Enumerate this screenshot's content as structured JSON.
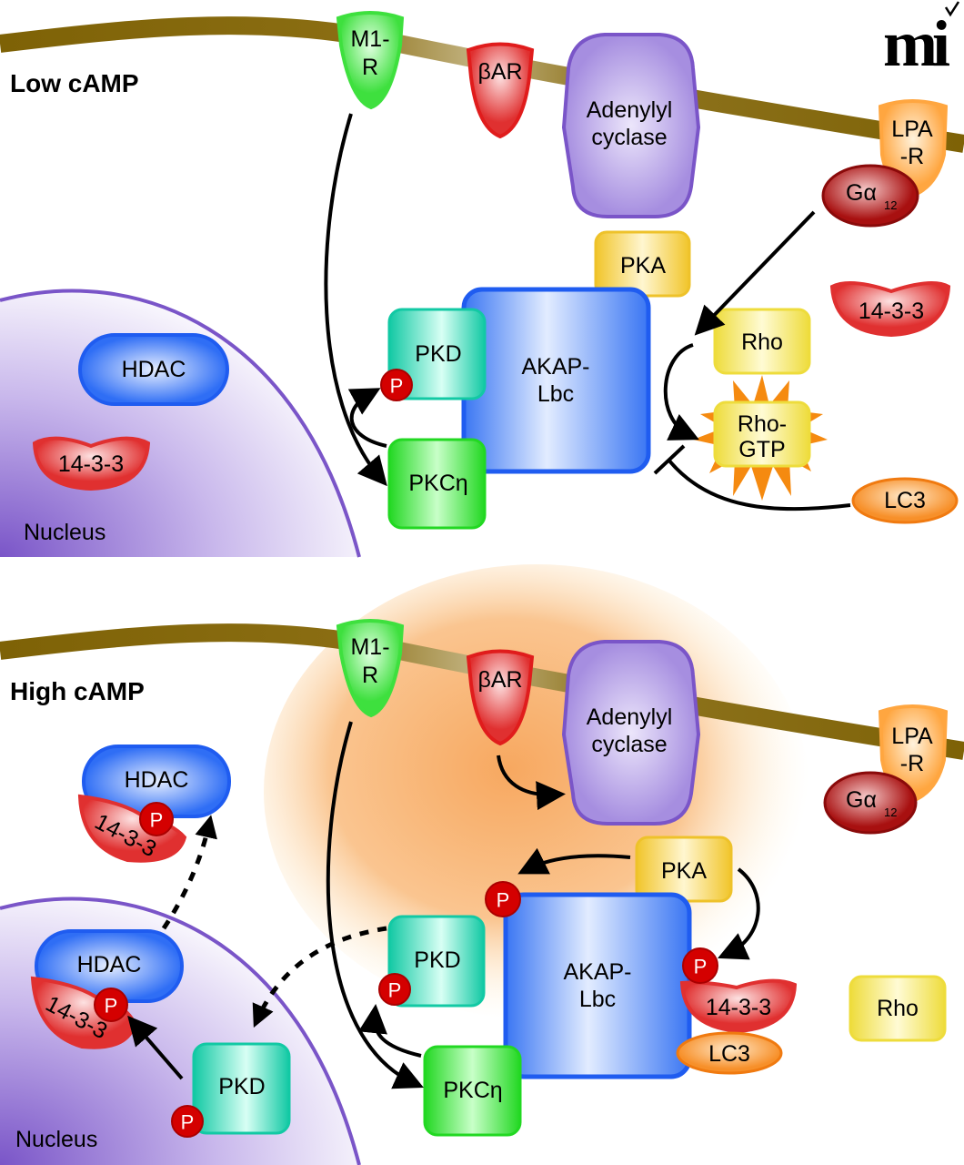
{
  "logo": "mi",
  "colors": {
    "membrane": "#86690a",
    "membrane_light": "#c8b98a",
    "nucleus_border": "#7a55c8",
    "nucleus_fill": "#8a68d0",
    "m1r": "#4be34b",
    "beta_ar": "#e01c1c",
    "adenylyl": "#a68ee0",
    "pka": "#f3cc35",
    "akap": "#3b78f5",
    "pkd": "#1fd0b0",
    "pkc": "#2de02d",
    "hdac": "#2f6ef5",
    "p": "#d40000",
    "rho": "#f2e34d",
    "lc3": "#f7902a",
    "lpar": "#ffa640",
    "galpha": "#a81010",
    "protein1433": "#e84747",
    "star": "#f58a10",
    "high_camp_glow": "#f9b070"
  },
  "panels": [
    {
      "title": "Low cAMP",
      "nucleus_label": "Nucleus",
      "nodes": {
        "m1r": "M1-\nR",
        "beta_ar": "βAR",
        "adenylyl": "Adenylyl\ncyclase",
        "lpar": "LPA\n-R",
        "galpha": "Gα",
        "galpha_sub": "12",
        "pka": "PKA",
        "akap": "AKAP-\nLbc",
        "pkd": "PKD",
        "pkc": "PKCη",
        "hdac": "HDAC",
        "protein1433_nuc": "14-3-3",
        "protein1433_cyt": "14-3-3",
        "rho": "Rho",
        "rho_gtp": "Rho-\nGTP",
        "lc3": "LC3",
        "p": "P"
      }
    },
    {
      "title": "High cAMP",
      "nucleus_label": "Nucleus",
      "nodes": {
        "m1r": "M1-\nR",
        "beta_ar": "βAR",
        "adenylyl": "Adenylyl\ncyclase",
        "lpar": "LPA\n-R",
        "galpha": "Gα",
        "galpha_sub": "12",
        "pka": "PKA",
        "akap": "AKAP-\nLbc",
        "pkd_cyt": "PKD",
        "pkd_nuc": "PKD",
        "pkc": "PKCη",
        "hdac_nuc": "HDAC",
        "hdac_exported": "HDAC",
        "protein1433_nuc": "14-3-3",
        "protein1433_exported": "14-3-3",
        "protein1433_akap": "14-3-3",
        "rho": "Rho",
        "lc3": "LC3",
        "p": "P"
      }
    }
  ]
}
